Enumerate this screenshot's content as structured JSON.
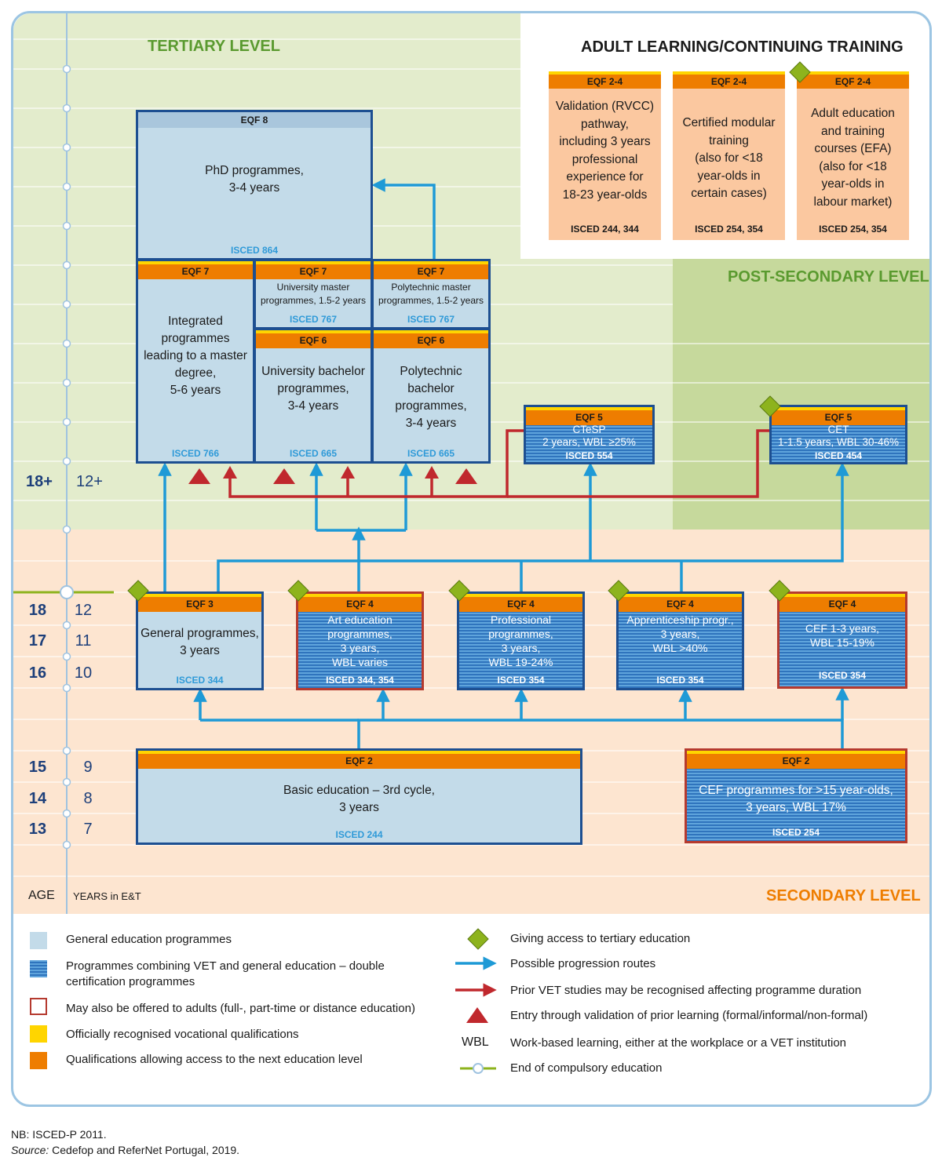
{
  "levels": {
    "tertiary": "TERTIARY LEVEL",
    "post_secondary": "POST-SECONDARY LEVEL",
    "secondary": "SECONDARY LEVEL"
  },
  "adult": {
    "title": "ADULT LEARNING/CONTINUING TRAINING",
    "boxes": [
      {
        "eqf": "EQF 2-4",
        "l1": "Validation (RVCC)",
        "l2": "pathway,",
        "l3": "including 3 years",
        "l4": "professional",
        "l5": "experience for",
        "l6": "18-23 year-olds",
        "isced": "ISCED 244, 344"
      },
      {
        "eqf": "EQF 2-4",
        "l1": "Certified modular",
        "l2": "training",
        "l3": "(also for <18",
        "l4": "year-olds in",
        "l5": "certain cases)",
        "isced": "ISCED 254, 354"
      },
      {
        "eqf": "EQF 2-4",
        "l1": "Adult education",
        "l2": "and training",
        "l3": "courses (EFA)",
        "l4": "(also for <18",
        "l5": "year-olds in",
        "l6": "labour market)",
        "isced": "ISCED 254, 354"
      }
    ]
  },
  "programmes": {
    "phd": {
      "eqf": "EQF 8",
      "l1": "PhD programmes,",
      "l2": "3-4 years",
      "isced": "ISCED 864"
    },
    "integrated": {
      "eqf": "EQF 7",
      "l1": "Integrated",
      "l2": "programmes",
      "l3": "leading to a master",
      "l4": "degree,",
      "l5": "5-6 years",
      "isced": "ISCED 766"
    },
    "uni_master": {
      "eqf": "EQF 7",
      "l1": "University master",
      "l2": "programmes, 1.5-2 years",
      "isced": "ISCED 767"
    },
    "poly_master": {
      "eqf": "EQF 7",
      "l1": "Polytechnic master",
      "l2": "programmes, 1.5-2 years",
      "isced": "ISCED 767"
    },
    "uni_bachelor": {
      "eqf": "EQF 6",
      "l1": "University bachelor",
      "l2": "programmes,",
      "l3": "3-4 years",
      "isced": "ISCED 665"
    },
    "poly_bachelor": {
      "eqf": "EQF 6",
      "l1": "Polytechnic",
      "l2": "bachelor",
      "l3": "programmes,",
      "l4": "3-4 years",
      "isced": "ISCED 665"
    },
    "ctesp": {
      "eqf": "EQF 5",
      "l1": "CTeSP",
      "l2": "2 years, WBL ≥25%",
      "isced": "ISCED 554"
    },
    "cet": {
      "eqf": "EQF 5",
      "l1": "CET",
      "l2": "1-1.5 years, WBL 30-46%",
      "isced": "ISCED 454"
    },
    "general": {
      "eqf": "EQF 3",
      "l1": "General programmes,",
      "l2": "3 years",
      "isced": "ISCED 344"
    },
    "art": {
      "eqf": "EQF 4",
      "l1": "Art education",
      "l2": "programmes,",
      "l3": "3 years,",
      "l4": "WBL varies",
      "isced": "ISCED 344, 354"
    },
    "professional": {
      "eqf": "EQF 4",
      "l1": "Professional",
      "l2": "programmes,",
      "l3": "3 years,",
      "l4": "WBL 19-24%",
      "isced": "ISCED 354"
    },
    "apprenticeship": {
      "eqf": "EQF 4",
      "l1": "Apprenticeship progr.,",
      "l2": "3 years,",
      "l3": "WBL >40%",
      "isced": "ISCED 354"
    },
    "cef4": {
      "eqf": "EQF 4",
      "l1": "CEF 1-3 years,",
      "l2": "WBL 15-19%",
      "isced": "ISCED 354"
    },
    "basic": {
      "eqf": "EQF 2",
      "l1": "Basic education – 3rd cycle,",
      "l2": "3 years",
      "isced": "ISCED 244"
    },
    "cef2": {
      "eqf": "EQF 2",
      "l1": "CEF programmes for >15 year-olds,",
      "l2": "3 years, WBL 17%",
      "isced": "ISCED 254"
    }
  },
  "axis": {
    "age_label": "AGE",
    "years_label": "YEARS in E&T",
    "rows": [
      {
        "age": "18+",
        "years": "12+"
      },
      {
        "age": "18",
        "years": "12"
      },
      {
        "age": "17",
        "years": "11"
      },
      {
        "age": "16",
        "years": "10"
      },
      {
        "age": "15",
        "years": "9"
      },
      {
        "age": "14",
        "years": "8"
      },
      {
        "age": "13",
        "years": "7"
      }
    ]
  },
  "legend": {
    "general": "General education programmes",
    "dual_l1": "Programmes combining VET and general education – double",
    "dual_l2": "certification programmes",
    "adults": "May also be offered to adults (full-, part-time or distance education)",
    "official": "Officially recognised vocational qualifications",
    "access": "Qualifications allowing access to the next education level",
    "tertiary_access": "Giving access to tertiary education",
    "progression": "Possible progression routes",
    "prior_vet": "Prior VET studies may be recognised affecting programme duration",
    "validation": "Entry through validation of prior learning (formal/informal/non-formal)",
    "wbl_abbr": "WBL",
    "wbl": "Work-based learning, either at the workplace or a VET institution",
    "compulsory": "End of compulsory education"
  },
  "notes": {
    "nb": "NB: ISCED-P 2011.",
    "source_label": "Source:",
    "source": " Cedefop and ReferNet Portugal, 2019."
  },
  "colors": {
    "general_fill": "#c3dbe9",
    "dual_fill": "#3f8fd0",
    "border_blue": "#1d4f91",
    "border_red": "#b53a2f",
    "eqf_orange": "#ee7d00",
    "eqf_yellow": "#ffd500",
    "arrow_blue": "#1e9ad6",
    "arrow_red": "#c0282d",
    "diamond": "#8db31d",
    "tertiary_bg": "#e3eccc",
    "post_sec_bg": "#c6d99c",
    "secondary_bg": "#fde5d0"
  }
}
